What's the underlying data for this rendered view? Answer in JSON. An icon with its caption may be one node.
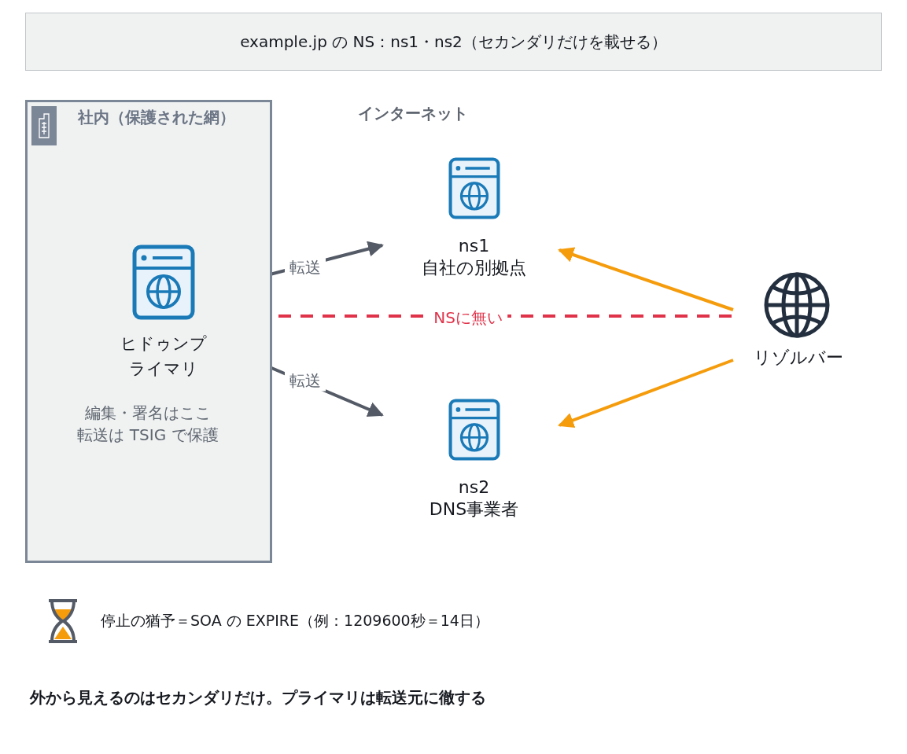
{
  "diagram": {
    "caption": "外から見えるのはセカンダリだけ。プライマリは転送元に徹する",
    "nodes": [
      {
        "text": [
          "example.jp の NS：ns1・ns2（セカンダリだけを載せる）"
        ]
      },
      {
        "text": [
          "社内（保護された網）"
        ]
      },
      {
        "text": [
          "ヒドゥンプライマリ"
        ],
        "in": 1
      },
      {
        "text": [
          "ns1",
          "自社の別拠点"
        ]
      },
      {
        "text": [
          "ns2",
          "DNS事業者"
        ]
      },
      {
        "text": [
          "リゾルバー"
        ]
      }
    ],
    "edges": [
      {
        "from": 2,
        "to": 3,
        "arrow": "to",
        "label": "転送"
      },
      {
        "from": 2,
        "to": 4,
        "arrow": "to",
        "label": "転送"
      },
      {
        "from": 5,
        "to": 2,
        "arrow": "to",
        "label": "NSに無い",
        "style": "dashed",
        "color": "#e0334a"
      },
      {
        "from": 5,
        "to": 3,
        "arrow": "to",
        "color": "#f59c0c"
      },
      {
        "from": 5,
        "to": 4,
        "arrow": "to",
        "color": "#f59c0c"
      }
    ],
    "labels": [
      "インターネット",
      "編集・署名はここ",
      "転送は TSIG で保護",
      "停止の猶予＝SOA の EXPIRE（例：1209600秒＝14日）"
    ]
  }
}
